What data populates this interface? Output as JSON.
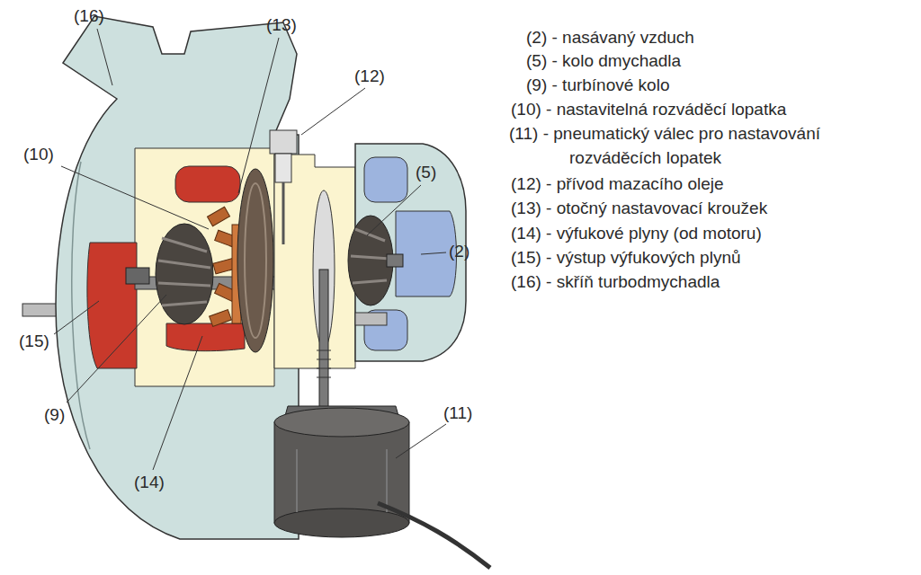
{
  "diagram": {
    "labels": [
      "(16)",
      "(13)",
      "(12)",
      "(10)",
      "(5)",
      "(2)",
      "(15)",
      "(9)",
      "(11)",
      "(14)",
      "(2) - nasávaný vzduch",
      "(5) - kolo dmychadla",
      "(9) - turbínové kolo",
      "(10) - nastavitelná rozváděcí lopatka",
      "(11) - pneumatický válec pro nastavování rozváděcích lopatek",
      "(12) - přívod mazacího oleje",
      "(13) - otočný nastavovací kroužek",
      "(14) - výfukové plyny (od motoru)",
      "(15) - výstup výfukových plynů",
      "(16) - skříň turbodmychadla"
    ]
  }
}
